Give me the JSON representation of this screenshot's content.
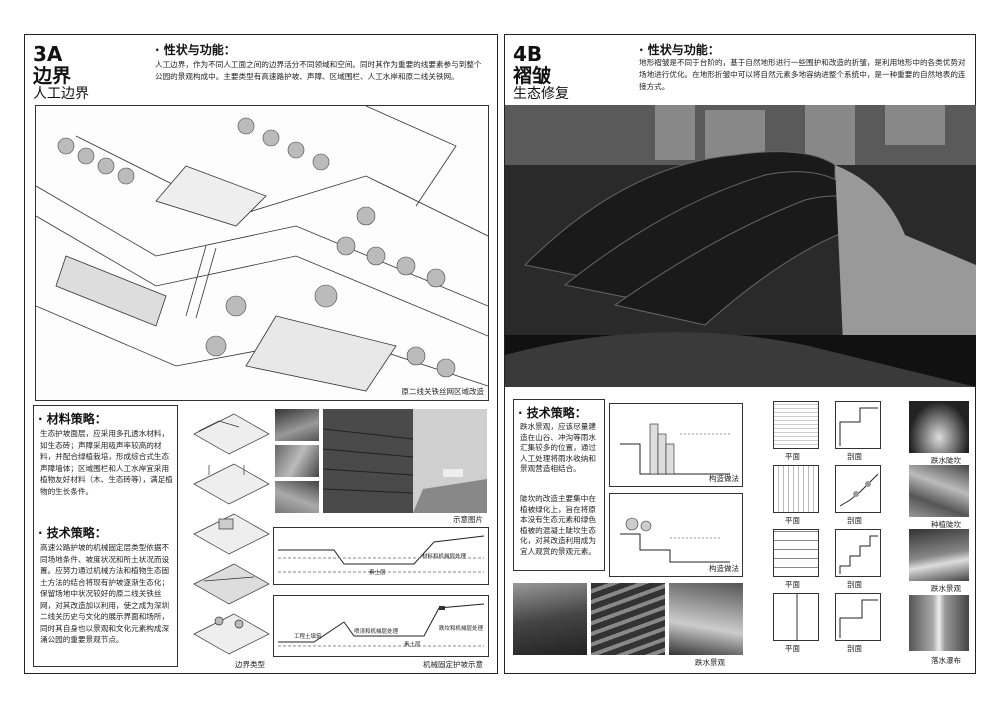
{
  "left": {
    "code": "3A",
    "title": "边界",
    "subtitle": "人工边界",
    "nature_heading": "· 性状与功能：",
    "nature_text": "人工边界，作为不同人工面之间的边界活分不同领域和空间。同时其作为重要的线要素参与到整个公园的景观构成中。主要类型有高速路护坡、声障、区域围栏、人工水岸和原二线关铁网。",
    "axo_caption": "原二线关铁丝网区域改造",
    "materials_heading": "· 材料策略：",
    "materials_text": "生态护坡面层，应采用多孔透水材料，如生态砖；声障采用吸声率较高的材料，并配合绿植栽培，形成综合式生态声障墙体；区域围栏和人工水岸宜采用植物友好材料（木、生态砖等），满足植物的生长条件。",
    "tech_heading": "· 技术策略：",
    "tech_text": "高速公路护坡的机械固定层类型依据不同场地条件、坡度状况和所土状况而设置。应努力通过机械方法和植物生态固土方法的结合将现有护坡逐渐生态化；保留场地中状况较好的原二线关铁丝网，对其改造加以利用，使之成为深圳二线关历史与文化的展示界面和场所，同时其自身也以景观和文化元素构成深涌公园的重要景观节点。",
    "boundary_types_caption": "边界类型",
    "example_photo_caption": "示意图片",
    "section_caption": "机械固定护坡示意",
    "section_labels": [
      "材料和机械层处理",
      "素土层",
      "工程土填筑",
      "喷浇和机械层处理",
      "素土层",
      "跌坎和机械层处理"
    ]
  },
  "right": {
    "code": "4B",
    "title": "褶皱",
    "subtitle": "生态修复",
    "nature_heading": "· 性状与功能：",
    "nature_text": "地形褶皱是不同于台阶的，基于自然地形进行一些围护和改造的折皱，是利用地形中的各类优势对场地进行优化。在地形折皱中可以将自然元素多地容纳进整个系统中，是一种重要的自然地表的连接方式。",
    "tech_heading": "· 技术策略：",
    "tech_text_1": "跌水景观，应该尽量建造在山谷、冲沟等雨水汇集较多的位置，通过人工处理将雨水收纳和景观营造相结合。",
    "tech_text_2": "陡坎的改造主要集中在植被绿化上，旨在将原本没有生态元素和绿色植被的混凝土陡坎生态化，对其改造利用成为宜人观赏的景观元素。",
    "construction_caption_1": "构造做法",
    "construction_caption_2": "构造做法",
    "waterfall_caption": "跌水景观",
    "plan_label": "平面",
    "section_label": "剖面",
    "photo_captions": [
      "跌水陡坎",
      "种植陡坎",
      "跌水景观",
      "落水瀑布"
    ]
  }
}
